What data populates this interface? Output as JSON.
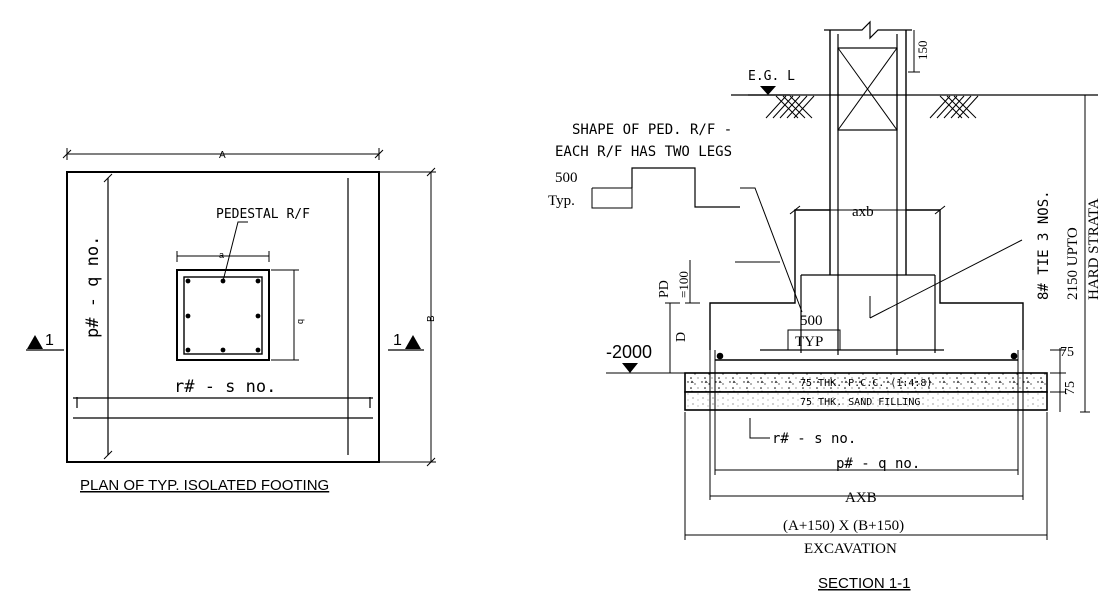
{
  "plan": {
    "dim_A": "A",
    "dim_B": "B",
    "dim_a": "a",
    "dim_b": "b",
    "pedestal_label": "PEDESTAL R/F",
    "bar_p": "p# - q no.",
    "bar_r": "r# - s no.",
    "section_mark_left": "1",
    "section_mark_right": "1",
    "title": "PLAN OF TYP. ISOLATED FOOTING"
  },
  "section": {
    "egl": "E.G. L",
    "dim_150": "150",
    "shape_label_1": "SHAPE OF PED. R/F -",
    "shape_label_2": "EACH R/F HAS TWO LEGS",
    "dim_500": "500",
    "typ": "Typ.",
    "axb": "axb",
    "tie_note": "8# TIE 3 NOS.",
    "depth_2150": "2150 UPTO",
    "depth_2150_b": "HARD STRATA",
    "pd": "PD",
    "pd_val": "=100",
    "d_label": "D",
    "level": "-2000",
    "dim_500_typ_a": "500",
    "dim_500_typ_b": "TYP",
    "dim_75a": "75",
    "dim_75b": "75",
    "pcc": "75 THK. P.C.C. (1:4:8)",
    "sand": "75 THK. SAND FILLING",
    "bar_r": "r# - s no.",
    "bar_p": "p# - q no.",
    "AXB": "AXB",
    "excav_1": "(A+150) X (B+150)",
    "excav_2": "EXCAVATION",
    "title": "SECTION 1-1"
  }
}
